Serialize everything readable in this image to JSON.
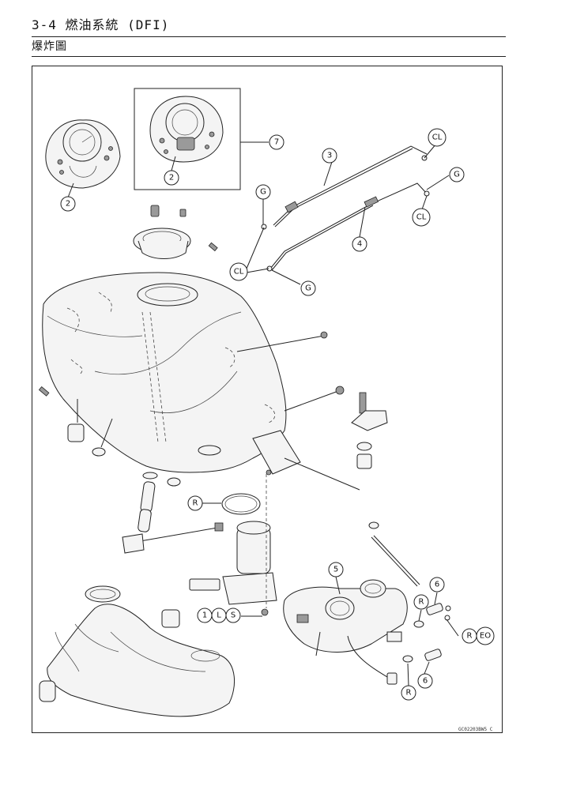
{
  "header": {
    "title": "3-4 燃油系統 (DFI)",
    "subtitle": "爆炸圖"
  },
  "figure_code": "GC02203BW5 C",
  "callouts": {
    "c1": "2",
    "c2": "2",
    "c3": "7",
    "c4": "3",
    "c5": "CL",
    "c6": "G",
    "c7": "G",
    "c8": "CL",
    "c9": "4",
    "c10": "CL",
    "c11": "G",
    "c12": "R",
    "c13": "5",
    "c14": "6",
    "c15": "R",
    "c16": "1",
    "c17": "L",
    "c18": "S",
    "c19": "R",
    "c20": "EO",
    "c21": "R",
    "c22": "6"
  }
}
